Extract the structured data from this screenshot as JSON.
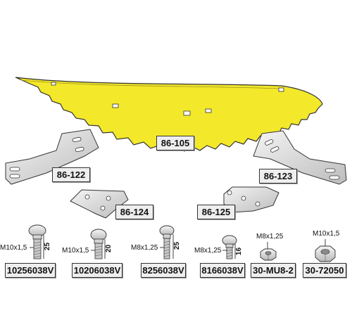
{
  "blade": {
    "part_no": "86-105",
    "color": "#f3e82a"
  },
  "brackets": [
    {
      "part_no": "86-122"
    },
    {
      "part_no": "86-123"
    },
    {
      "part_no": "86-124"
    },
    {
      "part_no": "86-125"
    }
  ],
  "hardware": [
    {
      "part_no": "10256038V",
      "thread": "M10x1,5",
      "length": "25"
    },
    {
      "part_no": "10206038V",
      "thread": "M10x1,5",
      "length": "20"
    },
    {
      "part_no": "8256038V",
      "thread": "M8x1,25",
      "length": "25"
    },
    {
      "part_no": "8166038V",
      "thread": "M8x1,25",
      "length": "16"
    },
    {
      "part_no": "30-MU8-2",
      "thread": "M8x1,25"
    },
    {
      "part_no": "30-72050",
      "thread": "M10x1,5"
    }
  ]
}
